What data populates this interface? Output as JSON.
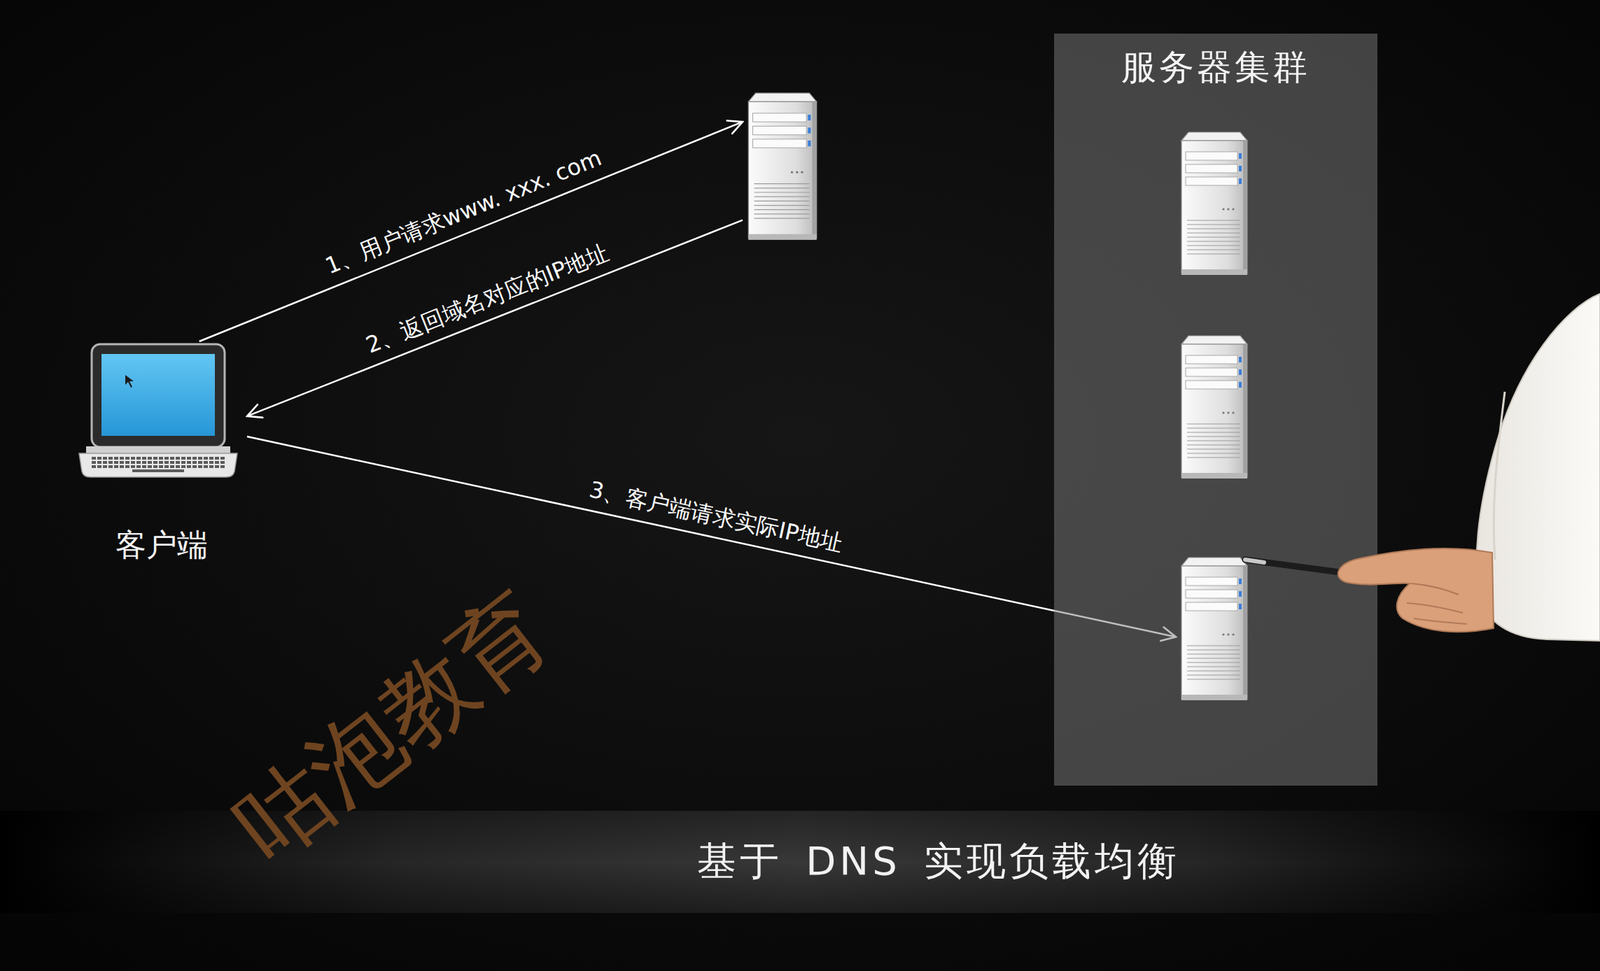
{
  "diagram": {
    "caption": "基于 DNS 实现负载均衡",
    "nodes": [
      {
        "text": [
          "客户端"
        ]
      },
      {
        "text": []
      },
      {
        "text": [
          "服务器集群"
        ]
      },
      {
        "text": [],
        "in": 2
      },
      {
        "text": [],
        "in": 2
      },
      {
        "text": [],
        "in": 2
      }
    ],
    "edges": [
      {
        "from": 0,
        "to": 1,
        "arrow": "to",
        "label": "1、用户请求www. xxx. com"
      },
      {
        "from": 1,
        "to": 0,
        "arrow": "to",
        "label": "2、返回域名对应的IP地址"
      },
      {
        "from": 0,
        "to": 5,
        "arrow": "to",
        "label": "3、客户端请求实际IP地址"
      }
    ],
    "labels": [
      "咕泡教育"
    ]
  }
}
